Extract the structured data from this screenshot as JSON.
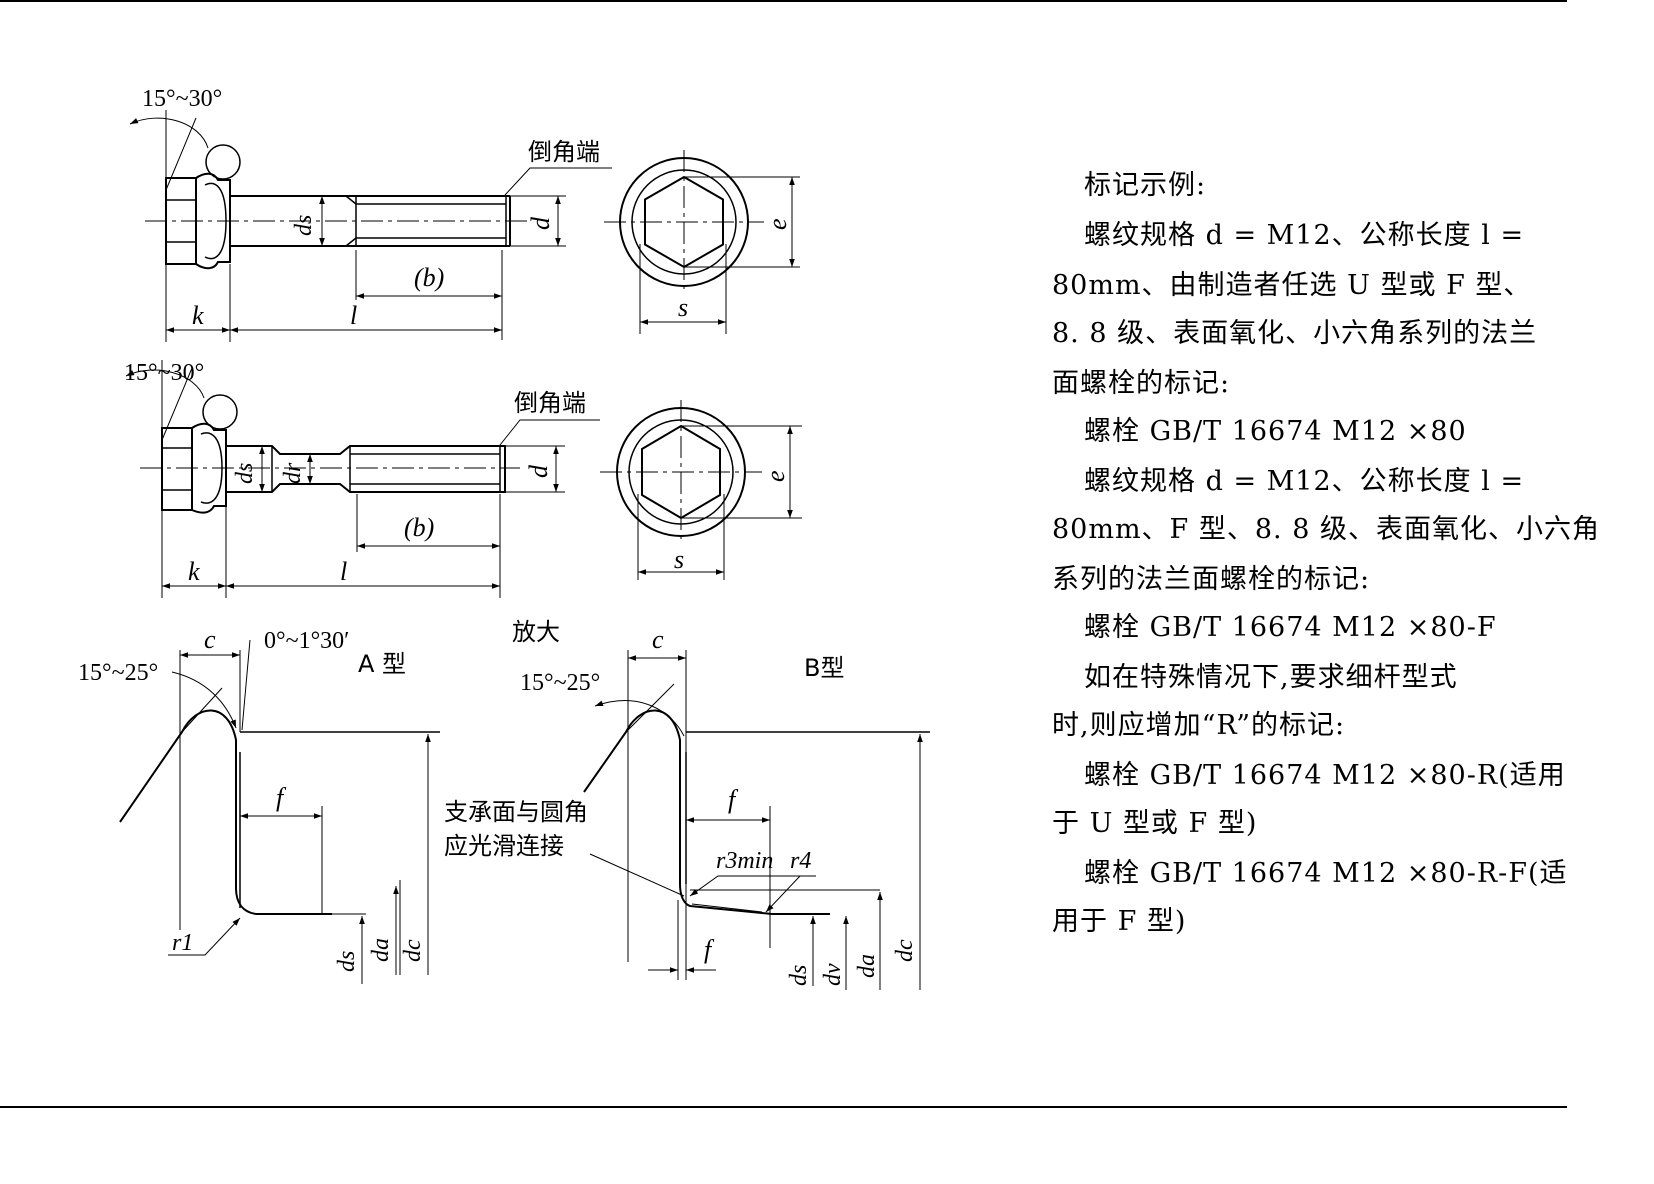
{
  "top_bolt": {
    "chamfer_angle": "15°~30°",
    "end_label": "倒角端",
    "dim_ds": "ds",
    "dim_d": "d",
    "dim_b": "(b)",
    "dim_k": "k",
    "dim_l": "l",
    "dim_e": "e",
    "dim_s": "s"
  },
  "mid_bolt": {
    "chamfer_angle": "15°~30°",
    "end_label": "倒角端",
    "dim_ds": "ds",
    "dim_dr": "dr",
    "dim_d": "d",
    "dim_b": "(b)",
    "dim_k": "k",
    "dim_l": "l",
    "dim_e": "e",
    "dim_s": "s"
  },
  "enlarged_label": "放大",
  "type_a": {
    "title": "A 型",
    "angle1": "15°~25°",
    "angle2": "0°~1°30′",
    "dim_c": "c",
    "dim_f": "f",
    "radius": "r1",
    "dim_ds": "ds",
    "dim_da": "da",
    "dim_dc": "dc"
  },
  "type_b": {
    "title": "B型",
    "angle": "15°~25°",
    "dim_c": "c",
    "dim_f_top": "f",
    "dim_f_bottom": "f",
    "radius_min": "r3min",
    "radius": "r4",
    "note_line1": "支承面与圆角",
    "note_line2": "应光滑连接",
    "dim_ds": "ds",
    "dim_dv": "dv",
    "dim_da": "da",
    "dim_dc": "dc"
  },
  "notes": [
    "标记示例:",
    "螺纹规格 d = M12、公称长度 l =",
    "80mm、由制造者任选 U 型或 F 型、",
    "8. 8 级、表面氧化、小六角系列的法兰",
    "面螺栓的标记:",
    "螺栓 GB/T 16674 M12 ×80",
    "螺纹规格 d = M12、公称长度 l =",
    "80mm、F 型、8. 8 级、表面氧化、小六角",
    "系列的法兰面螺栓的标记:",
    "螺栓 GB/T 16674 M12 ×80-F",
    "如在特殊情况下,要求细杆型式",
    "时,则应增加“R”的标记:",
    "螺栓 GB/T 16674 M12 ×80-R(适用",
    "于 U 型或 F 型)",
    "螺栓 GB/T 16674 M12 ×80-R-F(适",
    "用于 F 型)"
  ]
}
